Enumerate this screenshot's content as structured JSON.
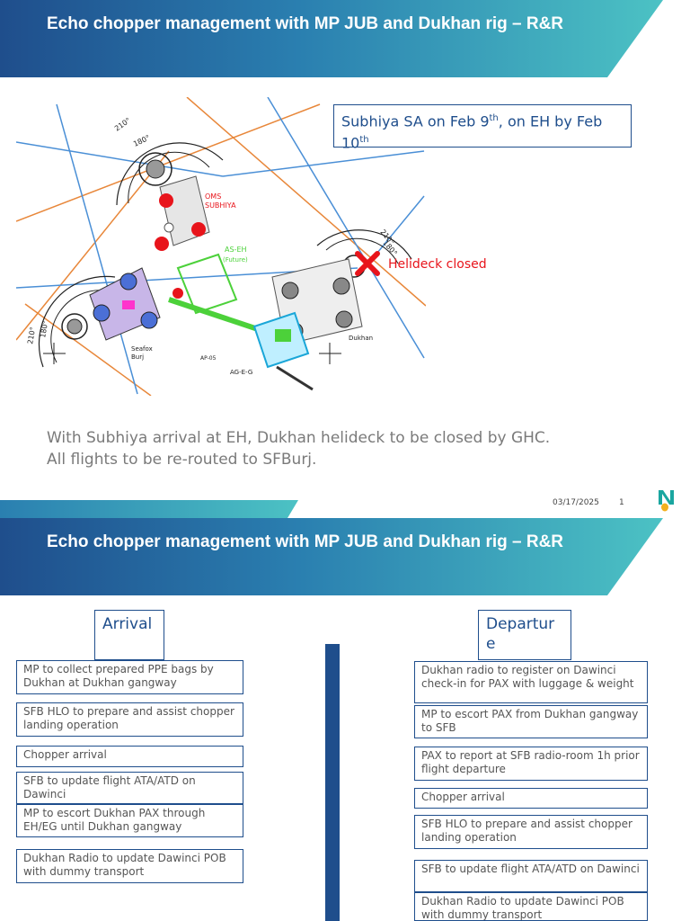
{
  "slide1": {
    "title": "Echo chopper management with MP JUB and Dukhan rig – R&R",
    "callout": {
      "text": "Subhiya SA on Feb 9",
      "sup1": "th",
      "text2": ", on EH by Feb 10",
      "sup2": "th"
    },
    "helideck_label": "Helideck closed",
    "diagram_labels": {
      "angle1": "210°",
      "angle2": "180°",
      "angle3": "210°",
      "angle4": "180°",
      "angle5": "210°",
      "angle6": "180°",
      "oms": "OMS",
      "subhiya": "SUBHIYA",
      "aseh": "AS-EH",
      "future": "(Future)",
      "seafox": "Seafox",
      "burj": "Burj",
      "ap": "AP-05",
      "ag": "AG-E-G",
      "dukhan": "Dukhan"
    },
    "body_line1": "With Subhiya arrival at EH, Dukhan helideck to be closed by GHC.",
    "body_line2": "All flights to be re-routed to SFBurj.",
    "footer_date": "03/17/2025",
    "footer_page": "1"
  },
  "slide2": {
    "title": "Echo chopper management with MP JUB and Dukhan rig – R&R",
    "arrival_header": "Arrival",
    "departure_header": "Departure",
    "arrival_steps": [
      "MP to collect prepared PPE bags by Dukhan at Dukhan gangway",
      "SFB HLO to prepare and assist chopper landing operation",
      "Chopper arrival",
      "SFB to update flight ATA/ATD on Dawinci",
      "MP to escort Dukhan PAX through EH/EG until Dukhan gangway",
      "Dukhan Radio to update Dawinci POB with dummy transport"
    ],
    "departure_steps": [
      "Dukhan radio to register on Dawinci check-in for PAX with luggage & weight",
      "MP to escort PAX from Dukhan gangway to SFB",
      "PAX to report at SFB radio-room 1h prior flight departure",
      "Chopper arrival",
      "SFB HLO to prepare and assist chopper landing operation",
      "SFB to update flight ATA/ATD on Dawinci",
      "Dukhan Radio to update Dawinci POB with dummy transport"
    ]
  },
  "colors": {
    "title_gradient_start": "#1f4e8c",
    "title_gradient_end": "#4cc2c4",
    "accent_blue": "#1f4e8c",
    "closed_red": "#e8141b"
  }
}
